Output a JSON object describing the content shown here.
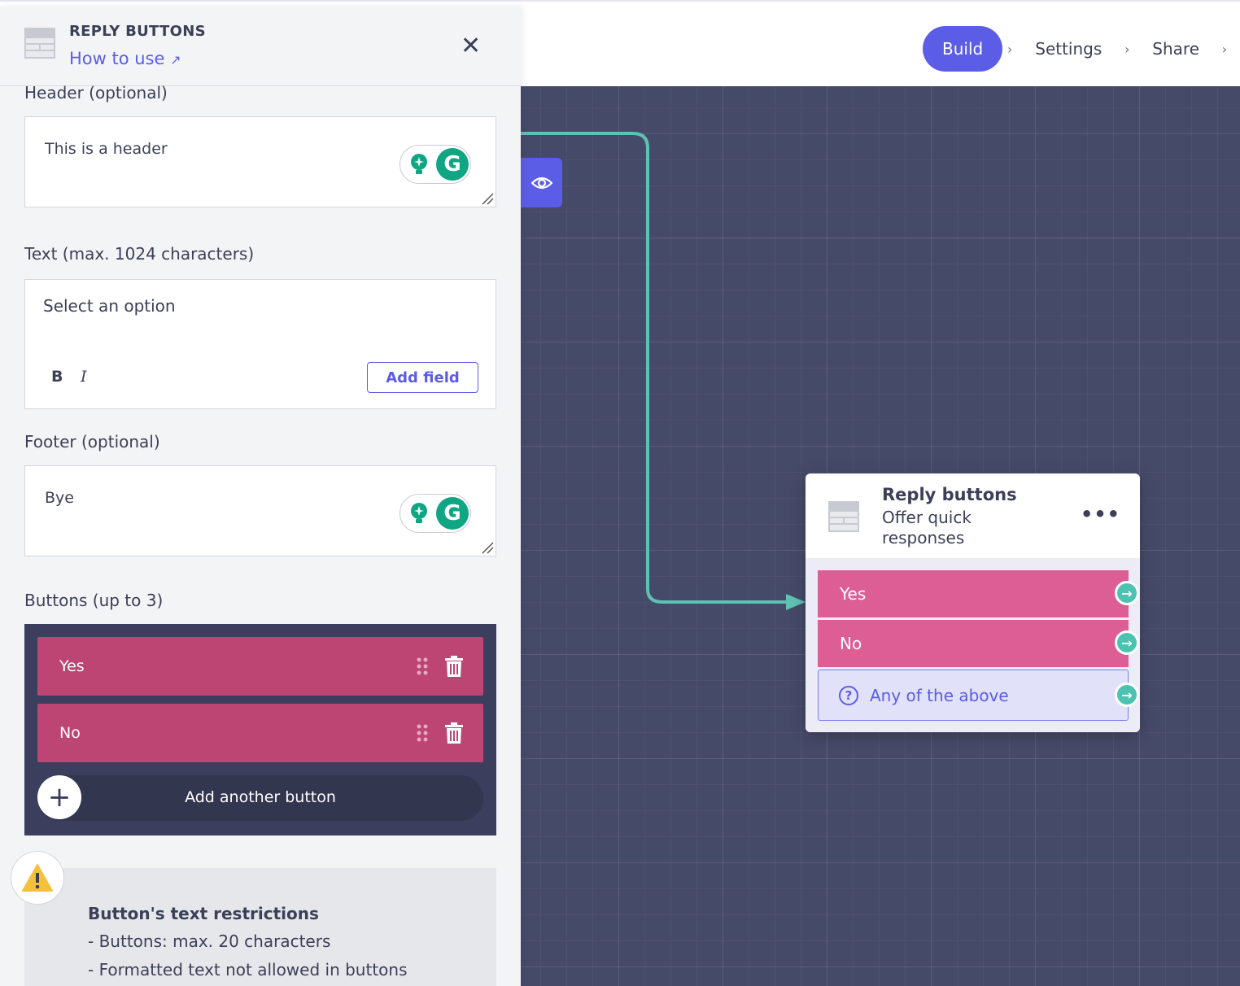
{
  "nav": {
    "steps": [
      "Build",
      "Settings",
      "Share"
    ],
    "active": "Build"
  },
  "panel": {
    "title": "REPLY BUTTONS",
    "how_to_use": "How to use",
    "header_label": "Header (optional)",
    "header_value": "This is a header",
    "text_label": "Text (max. 1024 characters)",
    "text_value": "Select an option",
    "bold": "B",
    "italic": "I",
    "add_field": "Add field",
    "footer_label": "Footer (optional)",
    "footer_value": "Bye",
    "buttons_label": "Buttons (up to 3)",
    "buttons": [
      "Yes",
      "No"
    ],
    "add_button": "Add another button",
    "restrictions_title": "Button's text restrictions",
    "restrictions": [
      "- Buttons: max. 20 characters",
      "- Formatted text not allowed in buttons"
    ]
  },
  "node": {
    "title": "Reply buttons",
    "subtitle": "Offer quick responses",
    "options": [
      "Yes",
      "No"
    ],
    "fallback": "Any of the above"
  },
  "colors": {
    "accent": "#5b5de6",
    "canvas": "#464a69",
    "button_pink": "#dc5e95",
    "connector": "#5fc1b4"
  }
}
